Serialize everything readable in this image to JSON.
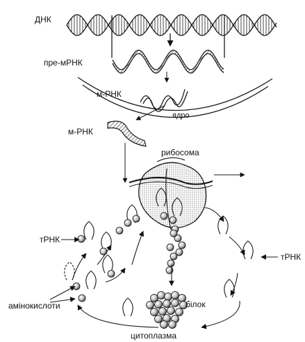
{
  "labels": {
    "dna": "ДНК",
    "pre_mrna": "пре-мРНК",
    "mrna_nucleus": "м-РНК",
    "nucleus": "ядро",
    "mrna_cytoplasm": "м-РНК",
    "ribosome": "рибосома",
    "trna_left": "тРНК",
    "trna_right": "тРНК",
    "amino_acids": "амінокислоти",
    "protein": "білок",
    "cytoplasm": "цитоплазма"
  }
}
